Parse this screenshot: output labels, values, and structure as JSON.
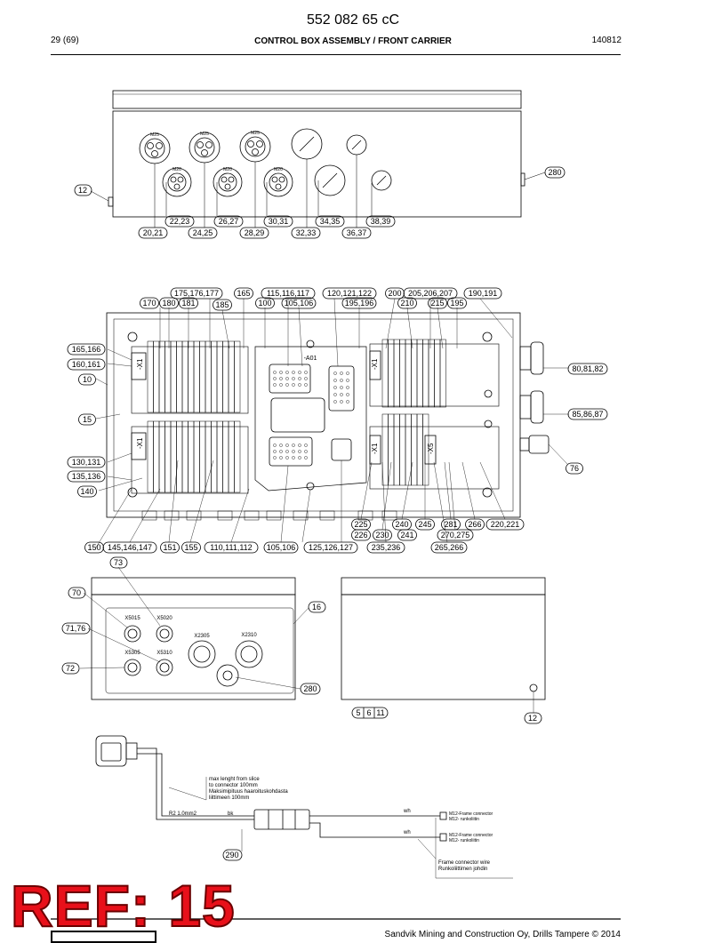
{
  "header": {
    "doc_number": "552 082 65 cC",
    "page": "29 (69)",
    "title": "CONTROL BOX ASSEMBLY / FRONT CARRIER",
    "code": "140812"
  },
  "top_view": {
    "callouts": [
      "12",
      "280",
      "22,23",
      "26,27",
      "30,31",
      "34,35",
      "38,39",
      "20,21",
      "24,25",
      "28,29",
      "32,33",
      "36,37"
    ],
    "gland_labels": [
      "M25",
      "M25",
      "M25",
      "M20",
      "M20",
      "M20"
    ]
  },
  "main_view": {
    "top_callouts": [
      "175,176,177",
      "165",
      "115,116,117",
      "120,121,122",
      "200",
      "205,206,207",
      "190,191",
      "170",
      "180",
      "181",
      "185",
      "100",
      "105,106",
      "195,196",
      "210",
      "215",
      "195"
    ],
    "left_callouts": [
      "165,166",
      "160,161",
      "10",
      "15",
      "130,131",
      "135,136",
      "140"
    ],
    "right_callouts": [
      "80,81,82",
      "85,86,87",
      "76"
    ],
    "bottom_callouts": [
      "225",
      "226",
      "230",
      "240",
      "241",
      "245",
      "281",
      "266",
      "220,221",
      "270,275",
      "265,266",
      "150",
      "145,146,147",
      "151",
      "155",
      "110,111,112",
      "105,106",
      "125,126,127",
      "235,236"
    ],
    "inner_labels": [
      "-X1",
      "-X1",
      "-X1",
      "-X1",
      "-X5",
      "-A01"
    ]
  },
  "lower_left_view": {
    "callouts": [
      "73",
      "70",
      "71,76",
      "72",
      "16",
      "280"
    ],
    "connector_labels": [
      "X5015",
      "X5020",
      "X5305",
      "X5310",
      "X2305",
      "X2310"
    ]
  },
  "lower_right_view": {
    "callouts": [
      "5",
      "6",
      "11",
      "12"
    ]
  },
  "cable": {
    "note_lines": [
      "max lenght from slice",
      "to connector 100mm",
      "Maksimipituus haaroituskohdasta",
      "liittimeen 100mm"
    ],
    "wire_label": "R2 1.0mm2",
    "bk": "bk",
    "wh1": "wh",
    "wh2": "wh",
    "conn1_lines": [
      "M12-Frame connector",
      "M12- runkoliitin"
    ],
    "conn2_lines": [
      "M12-Frame connector",
      "M12- runkoliitin"
    ],
    "frame_lines": [
      "Frame connector wire",
      "Runkoliittimen johdin"
    ],
    "callout": "290"
  },
  "stamp": "REF: 15",
  "footer": "Sandvik Mining and Construction Oy, Drills Tampere © 2014"
}
